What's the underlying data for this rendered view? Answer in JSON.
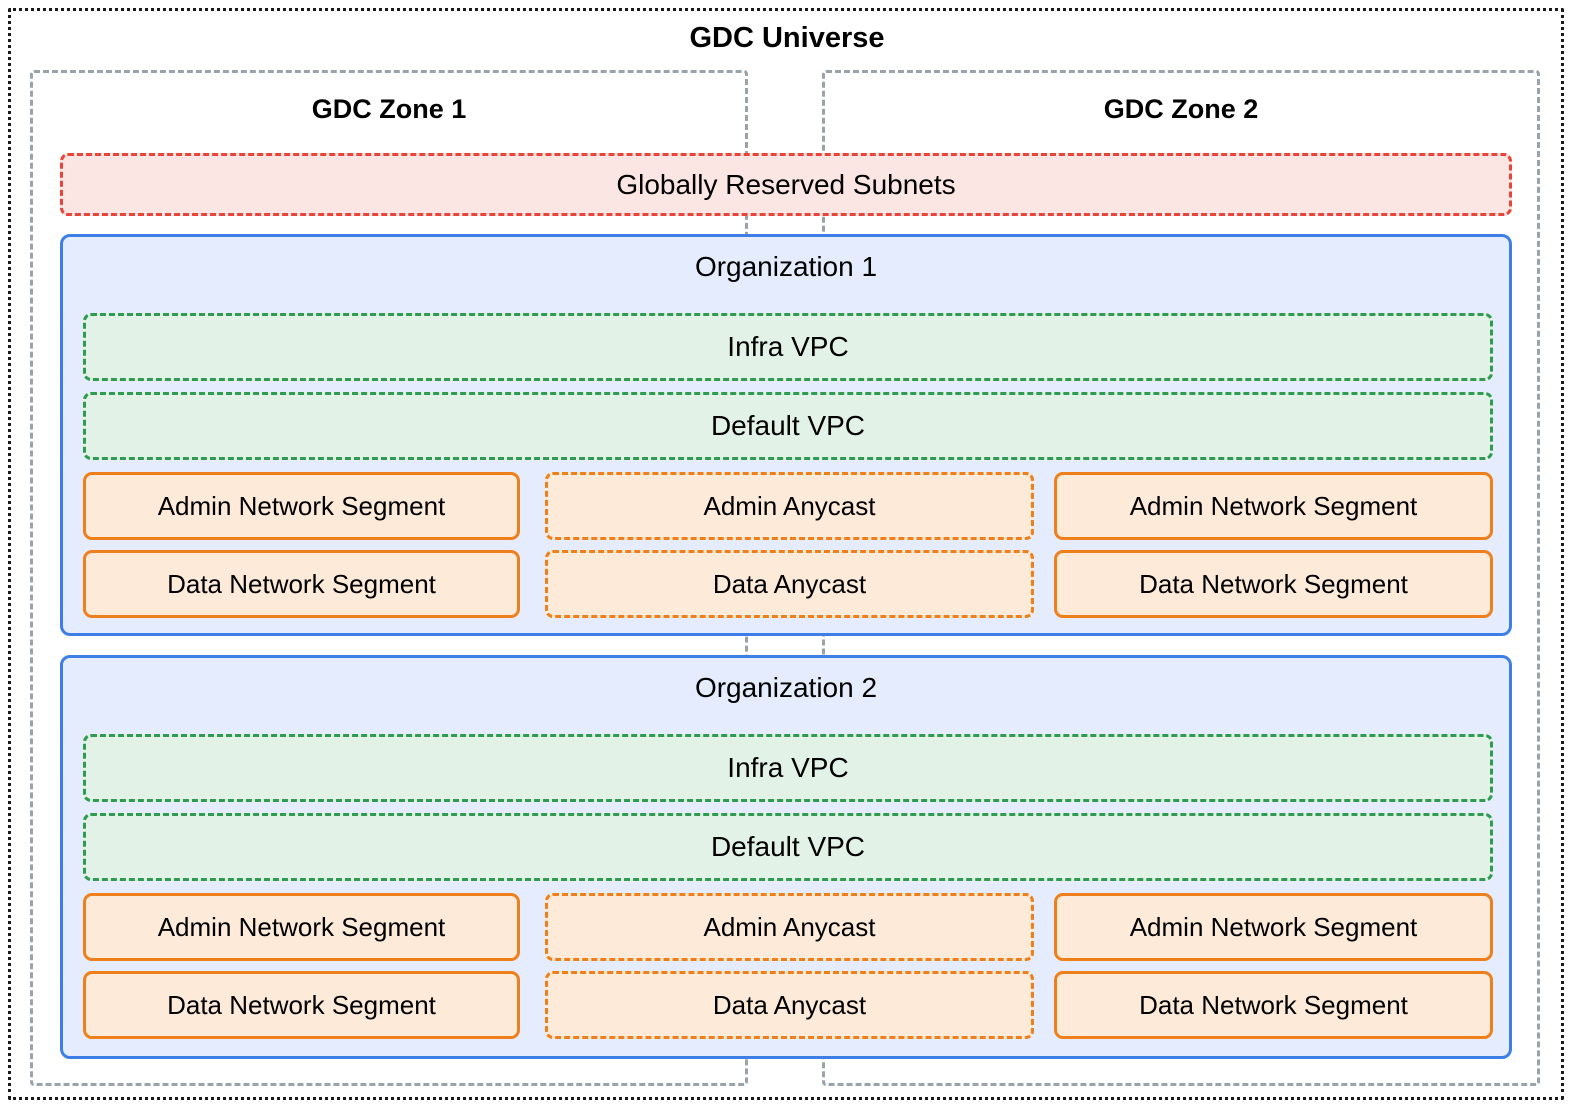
{
  "diagram": {
    "title": "GDC Universe",
    "zones": [
      {
        "id": "zone1",
        "label": "GDC Zone 1"
      },
      {
        "id": "zone2",
        "label": "GDC Zone 2"
      }
    ],
    "globally_reserved_subnets": {
      "label": "Globally Reserved Subnets",
      "border_color": "#e8443a",
      "fill_color": "#fbe6e4",
      "border_style": "dashed"
    },
    "organizations": [
      {
        "label": "Organization 1",
        "border_color": "#3d7fe6",
        "fill_color": "#e4ecfd",
        "vpcs": [
          {
            "label": "Infra VPC",
            "border_color": "#2e9b50",
            "fill_color": "#e3f2e7",
            "border_style": "dashed"
          },
          {
            "label": "Default VPC",
            "border_color": "#2e9b50",
            "fill_color": "#e3f2e7",
            "border_style": "dashed"
          }
        ],
        "segments": {
          "admin_row": [
            {
              "label": "Admin Network Segment",
              "border_style": "solid",
              "zone": "zone1"
            },
            {
              "label": "Admin Anycast",
              "border_style": "dashed",
              "zone": "shared"
            },
            {
              "label": "Admin Network Segment",
              "border_style": "solid",
              "zone": "zone2"
            }
          ],
          "data_row": [
            {
              "label": "Data Network Segment",
              "border_style": "solid",
              "zone": "zone1"
            },
            {
              "label": "Data Anycast",
              "border_style": "dashed",
              "zone": "shared"
            },
            {
              "label": "Data Network Segment",
              "border_style": "solid",
              "zone": "zone2"
            }
          ]
        }
      },
      {
        "label": "Organization 2",
        "border_color": "#3d7fe6",
        "fill_color": "#e4ecfd",
        "vpcs": [
          {
            "label": "Infra VPC",
            "border_color": "#2e9b50",
            "fill_color": "#e3f2e7",
            "border_style": "dashed"
          },
          {
            "label": "Default VPC",
            "border_color": "#2e9b50",
            "fill_color": "#e3f2e7",
            "border_style": "dashed"
          }
        ],
        "segments": {
          "admin_row": [
            {
              "label": "Admin Network Segment",
              "border_style": "solid",
              "zone": "zone1"
            },
            {
              "label": "Admin Anycast",
              "border_style": "dashed",
              "zone": "shared"
            },
            {
              "label": "Admin Network Segment",
              "border_style": "solid",
              "zone": "zone2"
            }
          ],
          "data_row": [
            {
              "label": "Data Network Segment",
              "border_style": "solid",
              "zone": "zone1"
            },
            {
              "label": "Data Anycast",
              "border_style": "dashed",
              "zone": "shared"
            },
            {
              "label": "Data Network Segment",
              "border_style": "solid",
              "zone": "zone2"
            }
          ]
        }
      }
    ],
    "colors": {
      "universe_border": "#1a1a1a",
      "zone_border": "#9aa2ab",
      "segment_border": "#ef7f1a",
      "segment_fill": "#fdead9"
    }
  }
}
